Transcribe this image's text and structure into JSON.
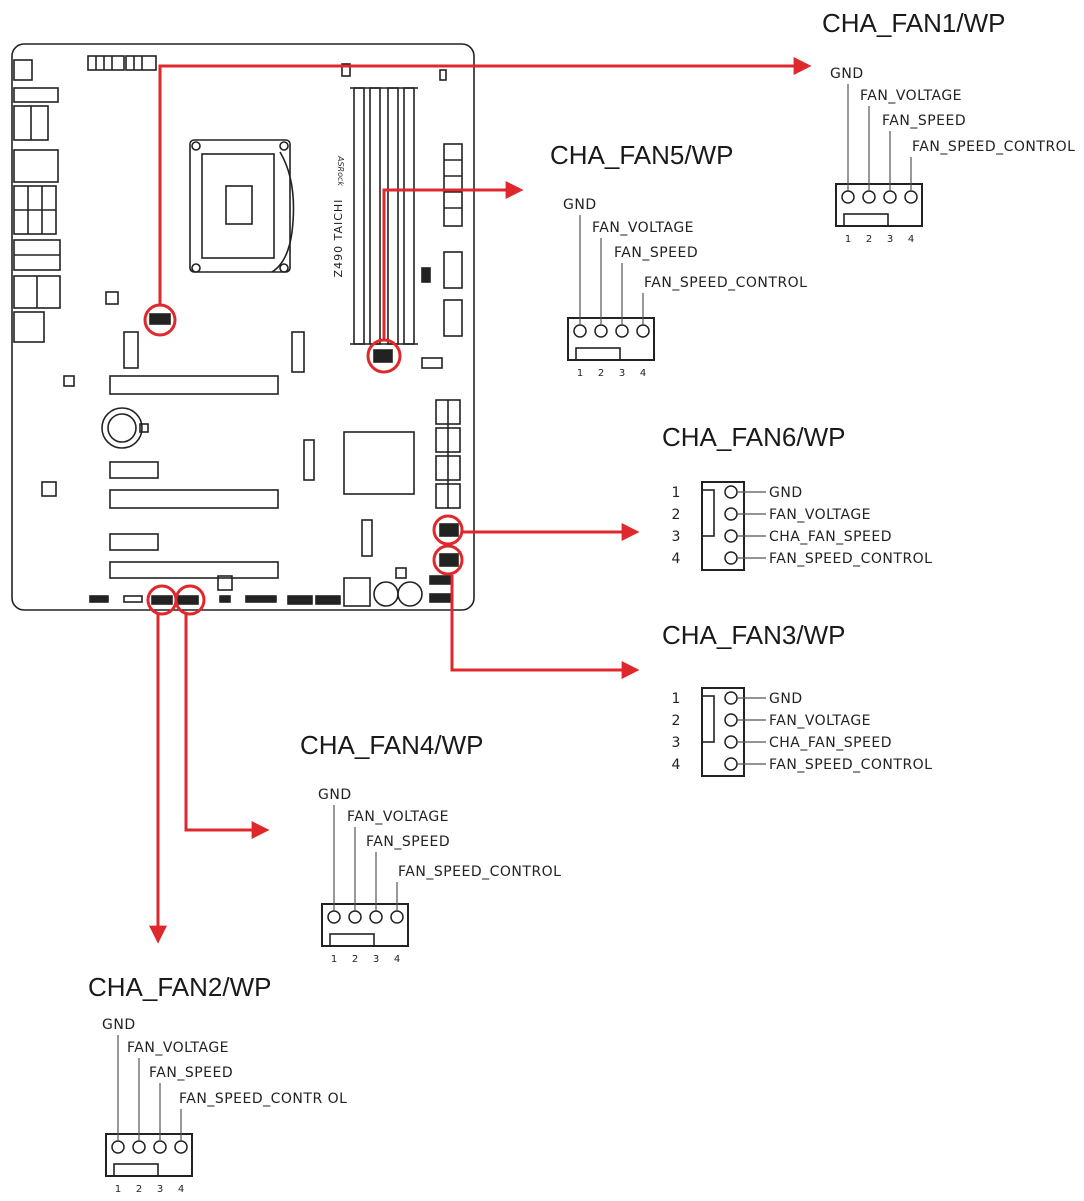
{
  "colors": {
    "arrow": "#e0272b",
    "line": "#222222",
    "lead": "#555555"
  },
  "board": {
    "brand": "ASRock",
    "model": "Z490 TAICHI"
  },
  "pin_names_h": [
    "GND",
    "FAN_VOLTAGE",
    "FAN_SPEED",
    "FAN_SPEED_CONTROL"
  ],
  "pin_names_fan2": [
    "GND",
    "FAN_VOLTAGE",
    "FAN_SPEED",
    "FAN_SPEED_CONTR OL"
  ],
  "pin_names_v": [
    "GND",
    "FAN_VOLTAGE",
    "CHA_FAN_SPEED",
    "FAN_SPEED_CONTROL"
  ],
  "pin_numbers": [
    "1",
    "2",
    "3",
    "4"
  ],
  "connectors": [
    {
      "id": "fan1",
      "title": "CHA_FAN1/WP"
    },
    {
      "id": "fan5",
      "title": "CHA_FAN5/WP"
    },
    {
      "id": "fan6",
      "title": "CHA_FAN6/WP"
    },
    {
      "id": "fan3",
      "title": "CHA_FAN3/WP"
    },
    {
      "id": "fan4",
      "title": "CHA_FAN4/WP"
    },
    {
      "id": "fan2",
      "title": "CHA_FAN2/WP"
    }
  ]
}
